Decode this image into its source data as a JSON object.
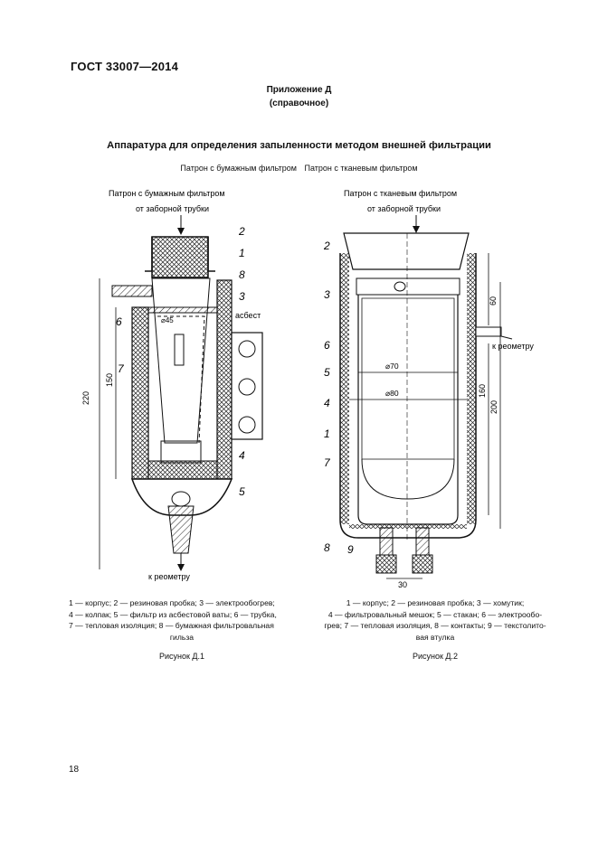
{
  "header": {
    "code": "ГОСТ 33007—2014"
  },
  "annex": {
    "title": "Приложение Д",
    "type": "(справочное)"
  },
  "title": "Аппаратура для определения запыленности методом внешней фильтрации",
  "subtitles": [
    "Патрон с бумажным фильтром",
    "Патрон с тканевым фильтром"
  ],
  "figure1": {
    "heading": "Патрон с бумажным фильтром",
    "inlet": "от заборной трубки",
    "outlet": "к реометру",
    "asbestos": "асбест",
    "dims": {
      "d": "⌀45",
      "h150": "150",
      "h220": "220"
    },
    "callouts": [
      "2",
      "1",
      "8",
      "3",
      "6",
      "7",
      "4",
      "5"
    ],
    "caption_lines": [
      "1 — корпус; 2 — резиновая пробка; 3 — электрообогрев;",
      "4 — колпак; 5 — фильтр из асбестовой ваты; 6 — трубка,",
      "7 — тепловая изоляция; 8 — бумажная фильтровальная",
      "гильза"
    ],
    "label": "Рисунок Д.1"
  },
  "figure2": {
    "heading": "Патрон с тканевым фильтром",
    "inlet": "от заборной трубки",
    "outlet": "к реометру",
    "dims": {
      "d70": "⌀70",
      "d80": "⌀80",
      "h60": "60",
      "h160": "160",
      "h200": "200",
      "w30": "30"
    },
    "callouts": [
      "2",
      "3",
      "6",
      "5",
      "4",
      "1",
      "7",
      "8",
      "9"
    ],
    "caption_lines": [
      "1 — корпус; 2 — резиновая пробка; 3 — хомутик;",
      "4 — фильтровальный мешок; 5 — стакан; 6 — электрообо-",
      "грев; 7 — тепловая изоляция, 8 — контакты; 9 — текстолито-",
      "вая втулка"
    ],
    "label": "Рисунок Д.2"
  },
  "page_number": "18"
}
